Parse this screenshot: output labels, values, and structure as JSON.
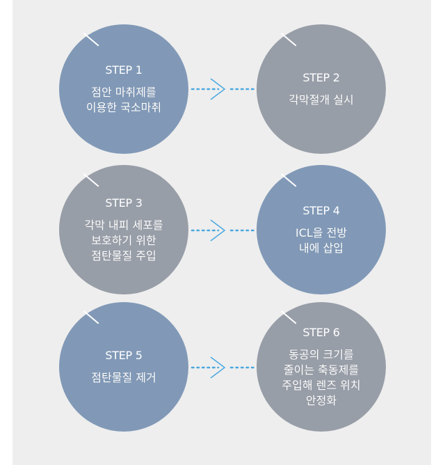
{
  "colors": {
    "blue": "#8199b7",
    "gray": "#989ea8",
    "connector": "#4aa8e0"
  },
  "steps": [
    {
      "label": "STEP 1",
      "text": "점안 마취제를\n이용한 국소마취",
      "color": "blue"
    },
    {
      "label": "STEP 2",
      "text": "각막절개 실시",
      "color": "gray"
    },
    {
      "label": "STEP 3",
      "text": "각막 내피 세포를\n보호하기 위한\n점탄물질 주입",
      "color": "gray"
    },
    {
      "label": "STEP 4",
      "text": "ICL을 전방\n내에 삽입",
      "color": "blue"
    },
    {
      "label": "STEP 5",
      "text": "점탄물질 제거",
      "color": "blue"
    },
    {
      "label": "STEP 6",
      "text": "동공의 크기를\n줄이는 축동제를\n주입해 렌즈 위치\n안정화",
      "color": "gray"
    }
  ]
}
